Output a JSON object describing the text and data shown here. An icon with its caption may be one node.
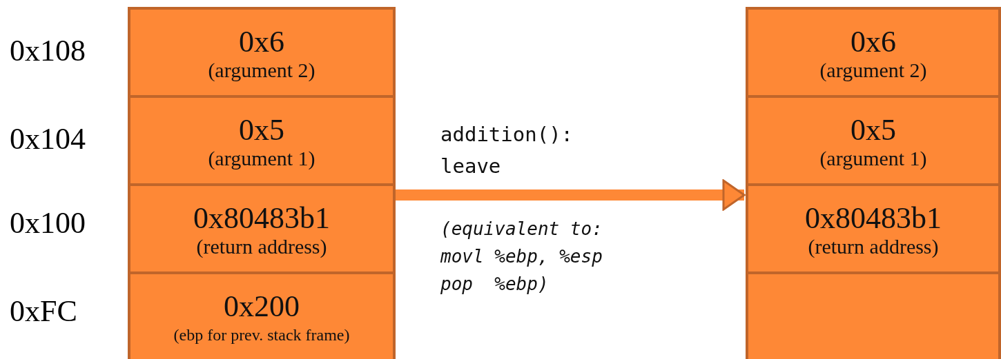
{
  "diagram": {
    "nodes": [
      {
        "text": [],
        "shape": "box"
      },
      {
        "text": [
          "0x6",
          "(argument 2)"
        ],
        "in": 0
      },
      {
        "text": [
          "0x5",
          "(argument 1)"
        ],
        "in": 0
      },
      {
        "text": [
          "0x80483b1",
          "(return address)"
        ],
        "in": 0
      },
      {
        "text": [
          "0x200",
          "(ebp for prev. stack frame)"
        ],
        "in": 0
      },
      {
        "text": [],
        "shape": "box"
      },
      {
        "text": [
          "0x6",
          "(argument 2)"
        ],
        "in": 5
      },
      {
        "text": [
          "0x5",
          "(argument 1)"
        ],
        "in": 5
      },
      {
        "text": [
          "0x80483b1",
          "(return address)"
        ],
        "in": 5
      },
      {
        "text": [],
        "shape": "box",
        "in": 5
      }
    ],
    "edges": [
      {
        "from": 0,
        "to": 5,
        "arrow": "to"
      }
    ],
    "labels": [
      "0x108",
      "0x104",
      "0x100",
      "0xFC",
      "addition(): leave",
      "(equivalent to: movl %ebp, %esp pop  %ebp)"
    ]
  }
}
